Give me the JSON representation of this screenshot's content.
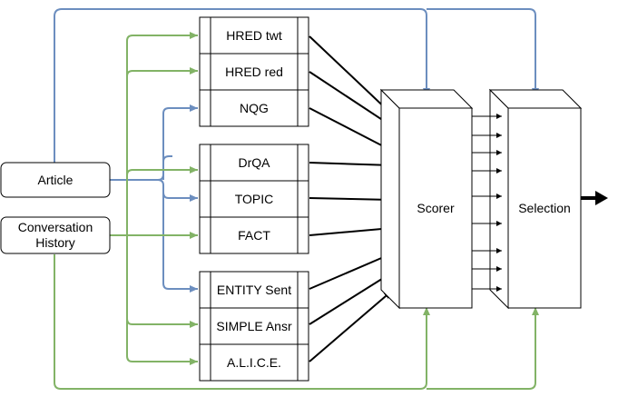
{
  "inputs": {
    "article": "Article",
    "conversation_history": "Conversation History"
  },
  "models": [
    "HRED twt",
    "HRED red",
    "NQG",
    "DrQA",
    "TOPIC",
    "FACT",
    "ENTITY Sent",
    "SIMPLE Ansr",
    "A.L.I.C.E."
  ],
  "scorer": "Scorer",
  "selection": "Selection",
  "colors": {
    "article_path": "#6c8ebf",
    "history_path": "#82b366",
    "stroke": "#000000"
  }
}
